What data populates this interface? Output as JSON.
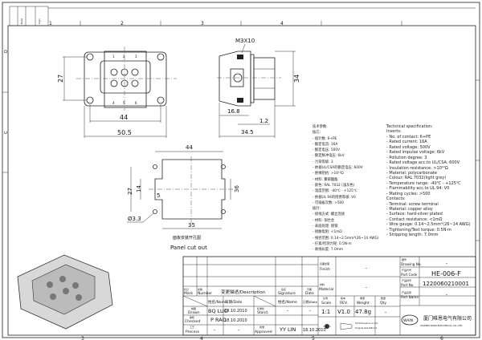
{
  "frame": {
    "zones_top": [
      "1",
      "2",
      "3",
      "4"
    ],
    "zones_bottom": [
      "3",
      "4",
      "5",
      "6"
    ],
    "zones_left": [
      "D",
      "C"
    ],
    "corner_labels": [
      "Date",
      "Sign"
    ]
  },
  "front_view": {
    "pins_top": [
      "1",
      "2",
      "3"
    ],
    "pins_bottom": [
      "4",
      "5",
      "6"
    ],
    "dim_height": "27",
    "dim_inner_width": "44",
    "dim_outer_width": "50.5"
  },
  "side_view": {
    "screw_label": "M3X10",
    "dim_height": "34",
    "dim_depth1": "16.8",
    "dim_flange": "1.2",
    "dim_depth": "34.5"
  },
  "panel_cutout": {
    "dim_top": "44",
    "dim_hole_spacing": "27",
    "dim_slot": "14",
    "dim_step": "5",
    "dim_bottom": "35",
    "dim_right": "36",
    "hole_dia": "Ø3.3",
    "caption_cn": "面板安装开孔图",
    "caption_en": "Panel cut out"
  },
  "spec_cn": [
    "技术参数:",
    "插芯:",
    "- 插针数: 6+PE",
    "- 额定电流: 16A",
    "- 额定电压: 500V",
    "- 额定脉冲电压: 6kV",
    "- 污染等级: 3",
    "- 依据UL/CSA的额定电压: 600V",
    "- 绝缘阻抗: >10¹⁰Ω",
    "- 材料: 聚碳酸酯",
    "- 颜色: RAL 7032 (浅灰色)",
    "- 温度范围: -40℃ - +125℃",
    "- 依据UL 94的阻燃等级: V0",
    "- 可插拔次数: >500",
    "插针:",
    "- 接线方式: 螺丝连接",
    "- 材料: 铜合金",
    "- 表面处理: 镀银",
    "- 接触电阻: <1mΩ",
    "- 线径范围: 0.14~2.5mm²(26~14 AWG)",
    "- 拧紧/检测力矩: 0.5N·m",
    "- 剥线长度: 7.0mm"
  ],
  "spec_en": [
    "Technical specification:",
    "Inserts:",
    "- No. of contact: 6+PE",
    "- Rated current: 16A",
    "- Rated voltage: 500V",
    "- Rated impulse voltage: 6kV",
    "- Pollution degree: 3",
    "- Rated voltage acc.to UL/CSA: 600V",
    "- Insulation resistance: >10¹⁰Ω",
    "- Material: polycarbonate",
    "- Colour: RAL 7032(light grey)",
    "- Temperature range: -40℃ - +125℃",
    "- Flammability acc.to UL 94: V0",
    "- Mating cycles: >500",
    "Contacts:",
    "- Terminal: screw terminal",
    "- Material: copper alloy",
    "- Surface: hard-silver plated",
    "- Contact resistance: <1mΩ",
    "- Wire gauge: 0.14~2.5mm²(26~14 AWG)",
    "- Tightening/Test torque: 0.5N·m",
    "- Stripping length: 7.0mm"
  ],
  "title_block": {
    "mark": "Mark",
    "mark_cn": "标记",
    "number": "Number",
    "number_cn": "处数",
    "description": "变更描述/Description",
    "signature": "Signature",
    "signature_cn": "签名",
    "date": "Date",
    "date_cn": "日期",
    "name_h": "姓名/Name",
    "date_h": "日期/Date",
    "name_h2": "姓名/Name",
    "date_h2": "日期/Date",
    "drawn": "Drawn",
    "drawn_cn": "制图",
    "drawn_name": "BQ LUO",
    "drawn_date": "18.10.2010",
    "checked": "Checked",
    "checked_cn": "审核",
    "checked_name": "P RAO",
    "checked_date": "18.10.2010",
    "process": "Process",
    "process_cn": "工艺",
    "process_name": "-",
    "process_date": "-",
    "stand": "Stand.",
    "stand_cn": "标准化",
    "stand_name": "-",
    "stand_date": "-",
    "approved": "Approved",
    "approved_cn": "批准",
    "approved_name": "YY LIN",
    "approved_date": "18.10.2010",
    "finish": "Finish",
    "finish_cn": "表面处理",
    "finish_val": "-",
    "material": "Material",
    "material_cn": "材料",
    "material_val": "-",
    "scale": "Scale",
    "scale_cn": "比例",
    "scale_val": "1:1",
    "rev": "REV.",
    "rev_cn": "版本",
    "rev_val": "V1.0",
    "weight": "Weight",
    "weight_cn": "重量",
    "weight_val": "47.8g",
    "qty": "Qty.",
    "qty_cn": "数量",
    "qty_val": "-",
    "dims_note1": "All Dimensions in mm",
    "dims_note2": "Original Size DIN A 4",
    "drawing_no": "Drawing No.",
    "drawing_no_cn": "图号",
    "drawing_no_val": "-",
    "part_code": "Part Code",
    "part_code_cn": "产品代号",
    "part_code_val": "HE-006-F",
    "part_no": "Part No.",
    "part_no_cn": "产品料号",
    "part_no_val": "1220060210001",
    "part_name": "Part Name",
    "part_name_cn": "产品名称",
    "part_name_val": "-",
    "logo_text": "WAIN",
    "company_cn": "厦门唯恩电气有限公司",
    "company_en": "XIAMEN WAIN ELECTRICAL CO.,LTD"
  }
}
